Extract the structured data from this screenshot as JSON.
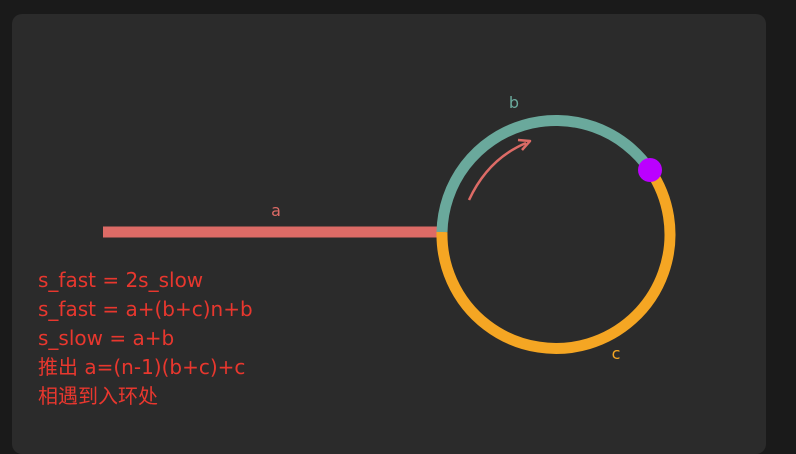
{
  "colors": {
    "background": "#2b2b2b",
    "segment_a": "#dd6b66",
    "segment_b": "#6aa99c",
    "segment_c": "#f5a623",
    "meet_point": "#bb00ff",
    "text_red": "#e8372e"
  },
  "labels": {
    "a": "a",
    "b": "b",
    "c": "c"
  },
  "notes": [
    "s_fast = 2s_slow",
    "s_fast = a+(b+c)n+b",
    "s_slow = a+b",
    "推出 a=(n-1)(b+c)+c",
    "相遇到入环处"
  ]
}
